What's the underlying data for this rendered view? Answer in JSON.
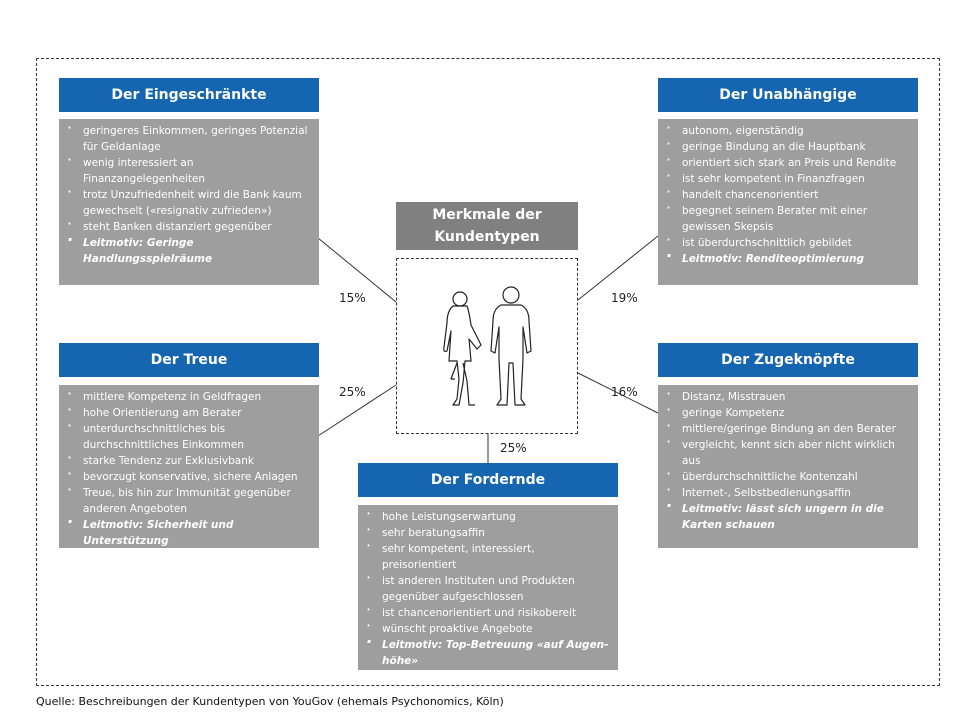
{
  "center": {
    "title": "Merkmale der Kundentypen",
    "icon": "people-silhouette-icon"
  },
  "types": [
    {
      "title": "Der Eingeschränkte",
      "share": "15%",
      "items": [
        "geringeres Einkommen, geringes Potenzial für Geldanlage",
        "wenig interessiert an Finanzangelegenheiten",
        "trotz Unzufriedenheit wird die Bank kaum gewechselt («resignativ zufrieden»)",
        "steht Banken distanziert gegenüber"
      ],
      "motto": "Leitmotiv: Geringe Handlungsspielräume"
    },
    {
      "title": "Der Unabhängige",
      "share": "19%",
      "items": [
        "autonom, eigenständig",
        "geringe Bindung an die Hauptbank",
        "orientiert sich stark an Preis und Rendite",
        "ist sehr kompetent in Finanzfragen",
        "handelt chancenorientiert",
        "begegnet seinem Berater mit einer gewissen Skepsis",
        "ist überdurchschnittlich gebildet"
      ],
      "motto": "Leitmotiv: Renditeoptimierung"
    },
    {
      "title": "Der Treue",
      "share": "25%",
      "items": [
        "mittlere Kompetenz in Geldfragen",
        "hohe Orientierung am Berater",
        "unterdurchschnittliches bis durchschnittliches Einkommen",
        "starke Tendenz zur Exklusivbank",
        "bevorzugt konservative, sichere Anlagen",
        "Treue, bis hin zur Immunität gegenüber anderen Angeboten"
      ],
      "motto": "Leitmotiv: Sicherheit und Unterstützung"
    },
    {
      "title": "Der Zugeknöpfte",
      "share": "16%",
      "items": [
        "Distanz, Misstrauen",
        "geringe Kompetenz",
        "mittlere/geringe Bindung an den Berater",
        "vergleicht, kennt sich aber nicht wirklich aus",
        "überdurchschnittliche Kontenzahl",
        "Internet-, Selbstbedienungsaffin"
      ],
      "motto": "Leitmotiv: lässt sich ungern in die Karten schauen"
    },
    {
      "title": "Der Fordernde",
      "share": "25%",
      "items": [
        "hohe Leistungserwartung",
        "sehr beratungsaffin",
        "sehr kompetent, interessiert, preisorientiert",
        "ist anderen Instituten und Produkten gegenüber aufgeschlossen",
        "ist chancenorientiert und risikobereit",
        "wünscht proaktive Angebote"
      ],
      "motto": "Leitmotiv: Top-Betreuung «auf Augen­höhe»"
    }
  ],
  "source": "Quelle: Beschreibungen der Kundentypen von YouGov (ehemals Psychonomics, Köln)",
  "colors": {
    "header": "#1565b0",
    "panel": "#9e9e9e",
    "center_title": "#808080"
  }
}
